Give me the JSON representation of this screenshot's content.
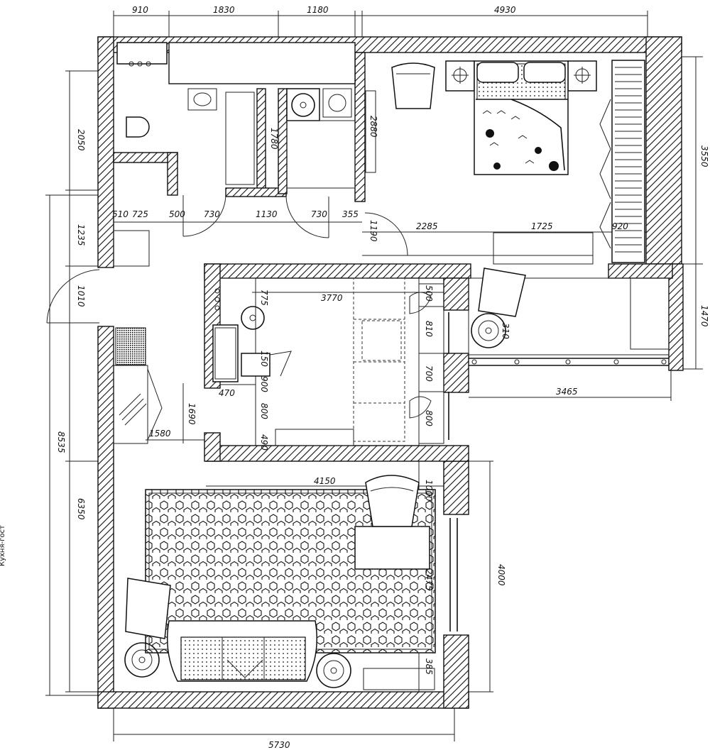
{
  "colors": {
    "ink": "#111111",
    "paper": "#ffffff"
  },
  "side_label": "Кухня-гост",
  "dimensions": {
    "top_910": "910",
    "top_1830": "1830",
    "top_1180": "1180",
    "top_4930": "4930",
    "left_2050": "2050",
    "bath_1780": "1780",
    "wc_2880": "2880",
    "right_3550": "3550",
    "hall_510": "510",
    "hall_725": "725",
    "hall_500": "500",
    "hall_730a": "730",
    "hall_1130": "1130",
    "hall_730b": "730",
    "hall_355": "355",
    "door_1190": "1190",
    "bed_2285": "2285",
    "bed_1725": "1725",
    "bed_920": "920",
    "left_1235": "1235",
    "left_1010": "1010",
    "kitchen_3770": "3770",
    "kitchen_775": "775",
    "kitchen_500": "500",
    "kitchen_810": "810",
    "kitchen_150": "150",
    "kitchen_700": "700",
    "kitchen_470": "470",
    "kitchen_900": "900",
    "kitchen_800": "800",
    "kitchen_800b": "800",
    "kitchen_490": "490",
    "hall_1690": "1690",
    "hall_1580": "1580",
    "balcony_1470": "1470",
    "balcony_3465": "3465",
    "balcony_310": "310",
    "left_8535": "8535",
    "left_6350": "6350",
    "living_4150": "4150",
    "living_1000": "1000",
    "living_2475": "2475",
    "living_4000": "4000",
    "living_385": "385",
    "bottom_5730": "5730"
  }
}
